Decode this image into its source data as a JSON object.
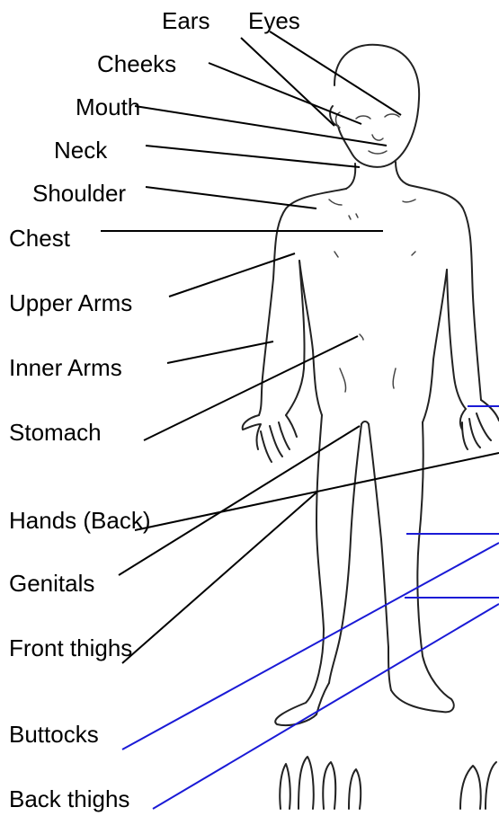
{
  "labels": [
    {
      "id": "ears",
      "text": "Ears",
      "line_color": "#000000"
    },
    {
      "id": "eyes",
      "text": "Eyes",
      "line_color": "#000000"
    },
    {
      "id": "cheeks",
      "text": "Cheeks",
      "line_color": "#000000"
    },
    {
      "id": "mouth",
      "text": "Mouth",
      "line_color": "#000000"
    },
    {
      "id": "neck",
      "text": "Neck",
      "line_color": "#000000"
    },
    {
      "id": "shoulder",
      "text": "Shoulder",
      "line_color": "#000000"
    },
    {
      "id": "chest",
      "text": "Chest",
      "line_color": "#000000"
    },
    {
      "id": "upper_arms",
      "text": "Upper Arms",
      "line_color": "#000000"
    },
    {
      "id": "inner_arms",
      "text": "Inner Arms",
      "line_color": "#000000"
    },
    {
      "id": "stomach",
      "text": "Stomach",
      "line_color": "#000000"
    },
    {
      "id": "hands_back",
      "text": "Hands (Back)",
      "line_color": "#000000"
    },
    {
      "id": "genitals",
      "text": "Genitals",
      "line_color": "#000000"
    },
    {
      "id": "front_thighs",
      "text": "Front thighs",
      "line_color": "#000000"
    },
    {
      "id": "buttocks",
      "text": "Buttocks",
      "line_color": "#1a1ad6"
    },
    {
      "id": "back_thighs",
      "text": "Back thighs",
      "line_color": "#1a1ad6"
    }
  ],
  "colors": {
    "background": "#ffffff",
    "outline": "#222222",
    "leader_black": "#000000",
    "leader_blue": "#1a1ad6"
  }
}
